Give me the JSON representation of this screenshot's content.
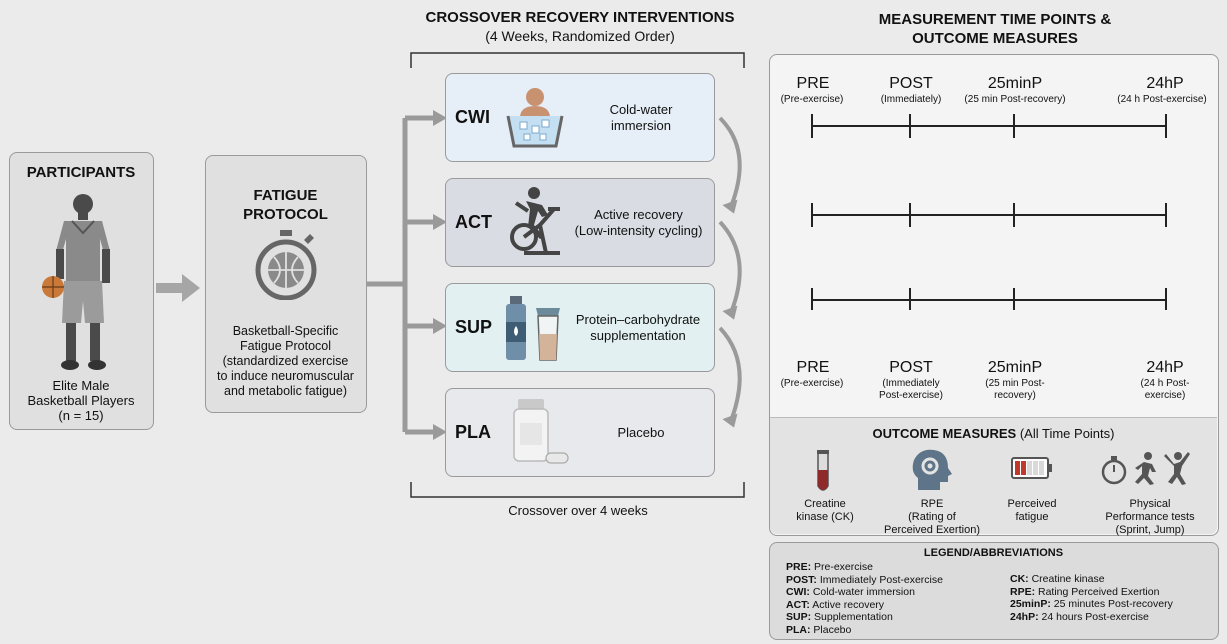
{
  "participants": {
    "title": "PARTICIPANTS",
    "caption": [
      "Elite Male",
      "Basketball Players",
      "(n = 15)"
    ]
  },
  "fatigue": {
    "title": [
      "FATIGUE",
      "PROTOCOL"
    ],
    "caption": [
      "Basketball-Specific",
      "Fatigue Protocol",
      "(standardized exercise",
      "to induce neuromuscular",
      "and metabolic fatigue)"
    ]
  },
  "interventions": {
    "title": "CROSSOVER RECOVERY INTERVENTIONS",
    "subtitle": "(4 Weeks, Randomized Order)",
    "footer": "Crossover over 4 weeks",
    "boxes": [
      {
        "code": "CWI",
        "desc": [
          "Cold-water",
          "immersion"
        ],
        "bg": "#e6eef8"
      },
      {
        "code": "ACT",
        "desc": [
          "Active recovery",
          "(Low-intensity cycling)"
        ],
        "bg": "#d9dde3"
      },
      {
        "code": "SUP",
        "desc": [
          "Protein–carbohydrate",
          "supplementation"
        ],
        "bg": "#e2f0f2"
      },
      {
        "code": "PLA",
        "desc": [
          "Placebo"
        ],
        "bg": "#e8e9ec"
      }
    ]
  },
  "measurement": {
    "title": [
      "MEASUREMENT TIME POINTS &",
      "OUTCOME MEASURES"
    ],
    "top_points": [
      {
        "label": "PRE",
        "sub": "(Pre-exercise)"
      },
      {
        "label": "POST",
        "sub": "(Immediately)"
      },
      {
        "label": "25minP",
        "sub": "(25 min Post-recovery)"
      },
      {
        "label": "24hP",
        "sub": "(24 h Post-exercise)"
      }
    ],
    "bottom_points": [
      {
        "label": "PRE",
        "sub": [
          "(Pre-exercise)"
        ]
      },
      {
        "label": "POST",
        "sub": [
          "(Immediately",
          "Post-exercise)"
        ]
      },
      {
        "label": "25minP",
        "sub": [
          "(25 min Post-",
          "recovery)"
        ]
      },
      {
        "label": "24hP",
        "sub": [
          "(24 h Post-",
          "exercise)"
        ]
      }
    ]
  },
  "outcomes": {
    "title_bold": "OUTCOME MEASURES",
    "title_rest": " (All Time Points)",
    "items": [
      {
        "label": [
          "Creatine",
          "kinase (CK)"
        ],
        "icon": "test-tube-icon"
      },
      {
        "label": [
          "RPE",
          "(Rating of",
          "Perceived Exertion)"
        ],
        "icon": "head-gear-icon"
      },
      {
        "label": [
          "Perceived",
          "fatigue"
        ],
        "icon": "low-battery-icon"
      },
      {
        "label": [
          "Physical",
          "Performance tests",
          "(Sprint, Jump)"
        ],
        "icon": "stopwatch-runner-icon"
      }
    ]
  },
  "legend": {
    "title": "LEGEND/ABBREVIATIONS",
    "left": [
      {
        "k": "PRE:",
        "v": " Pre-exercise"
      },
      {
        "k": "POST:",
        "v": " Immediately Post-exercise"
      },
      {
        "k": "CWI:",
        "v": " Cold-water immersion"
      },
      {
        "k": "ACT:",
        "v": " Active recovery"
      },
      {
        "k": "SUP:",
        "v": " Supplementation"
      },
      {
        "k": "PLA:",
        "v": " Placebo"
      }
    ],
    "right": [
      {
        "k": "CK:",
        "v": " Creatine kinase"
      },
      {
        "k": "RPE:",
        "v": " Rating Perceived Exertion"
      },
      {
        "k": "25minP:",
        "v": " 25 minutes Post-recovery"
      },
      {
        "k": "24hP:",
        "v": " 24 hours Post-exercise"
      }
    ]
  }
}
